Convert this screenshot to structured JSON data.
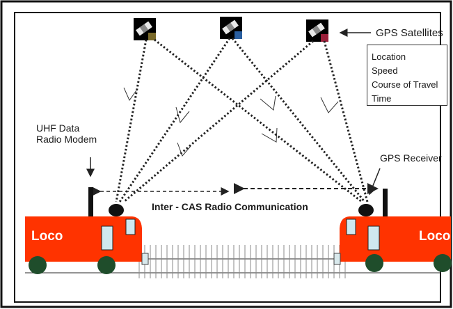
{
  "labels": {
    "gps_satellites": "GPS Satellites",
    "uhf_line1": "UHF Data",
    "uhf_line2": "Radio Modem",
    "gps_receiver": "GPS Receiver",
    "inter_cas": "Inter - CAS Radio Communication",
    "loco_left": "Loco",
    "loco_right": "Loco"
  },
  "info_box": [
    "Location",
    "Speed",
    "Course of Travel",
    "Time"
  ],
  "colors": {
    "loco_body": "#ff3300",
    "wheel": "#1f4d2b",
    "window": "#cfe8ef",
    "signal_line": "#222222",
    "satellite_accents": [
      "#7a6a2a",
      "#2a5fa0",
      "#9a1f3a"
    ]
  },
  "icons": [
    "satellite-icon",
    "antenna-icon",
    "receiver-dome-icon",
    "arrow-left-icon"
  ]
}
